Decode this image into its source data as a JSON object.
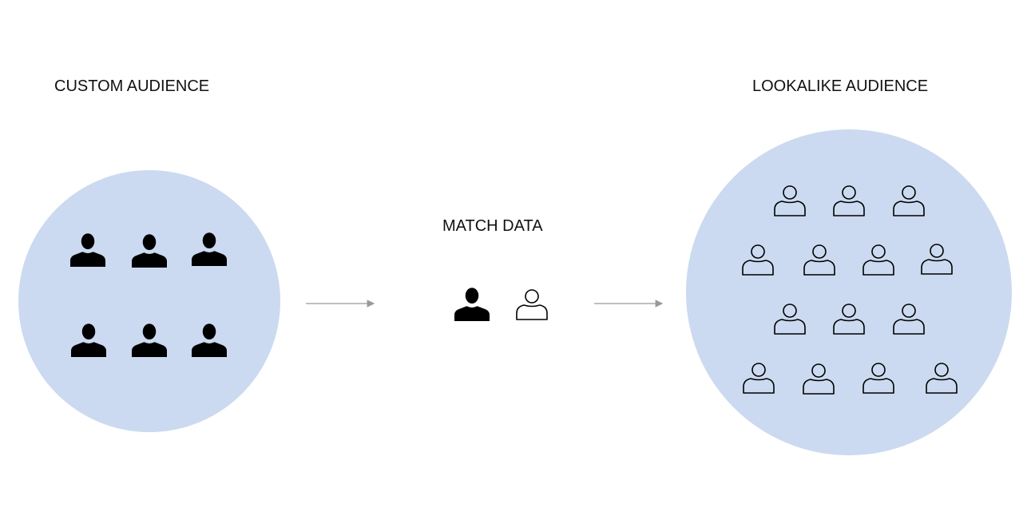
{
  "labels": {
    "custom_audience": "CUSTOM AUDIENCE",
    "match_data": "MATCH DATA",
    "lookalike_audience": "LOOKALIKE AUDIENCE"
  },
  "colors": {
    "circle_fill": "#cbdaf0",
    "icon": "#000000",
    "arrow": "#999999"
  },
  "icons": {
    "custom_audience": "person-filled-icon",
    "match_data": [
      "person-filled-icon",
      "person-outline-icon"
    ],
    "lookalike_audience": "person-outline-icon"
  }
}
